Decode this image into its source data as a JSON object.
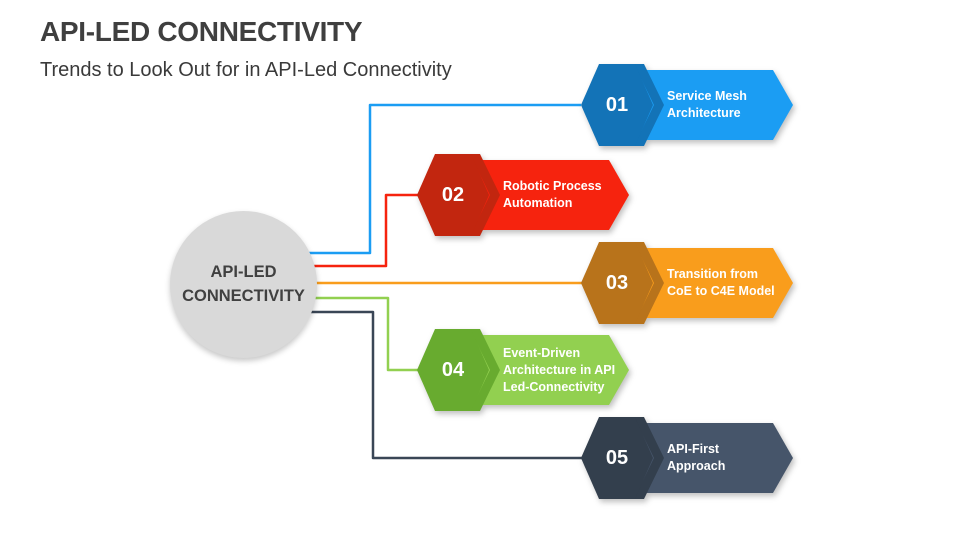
{
  "header": {
    "title": "API-LED CONNECTIVITY",
    "subtitle": "Trends to Look Out for in API-Led Connectivity"
  },
  "hub": {
    "label": "API-LED\nCONNECTIVITY",
    "fill_color": "#d9d9d9",
    "text_color": "#404040"
  },
  "items": [
    {
      "number": "01",
      "label": "Service Mesh\nArchitecture",
      "badge_color": "#1373b7",
      "body_color": "#1b9df3",
      "line_color": "#1b9df3"
    },
    {
      "number": "02",
      "label": "Robotic Process\nAutomation",
      "badge_color": "#c2260f",
      "body_color": "#f6230e",
      "line_color": "#f6230e"
    },
    {
      "number": "03",
      "label": "Transition from\nCoE to C4E Model",
      "badge_color": "#b8731b",
      "body_color": "#f99d1c",
      "line_color": "#f99d1c"
    },
    {
      "number": "04",
      "label": "Event-Driven\nArchitecture in API\nLed-Connectivity",
      "badge_color": "#68ab2f",
      "body_color": "#92d050",
      "line_color": "#92d050"
    },
    {
      "number": "05",
      "label": "API-First\nApproach",
      "badge_color": "#333f4d",
      "body_color": "#46556a",
      "line_color": "#3a4656"
    }
  ]
}
